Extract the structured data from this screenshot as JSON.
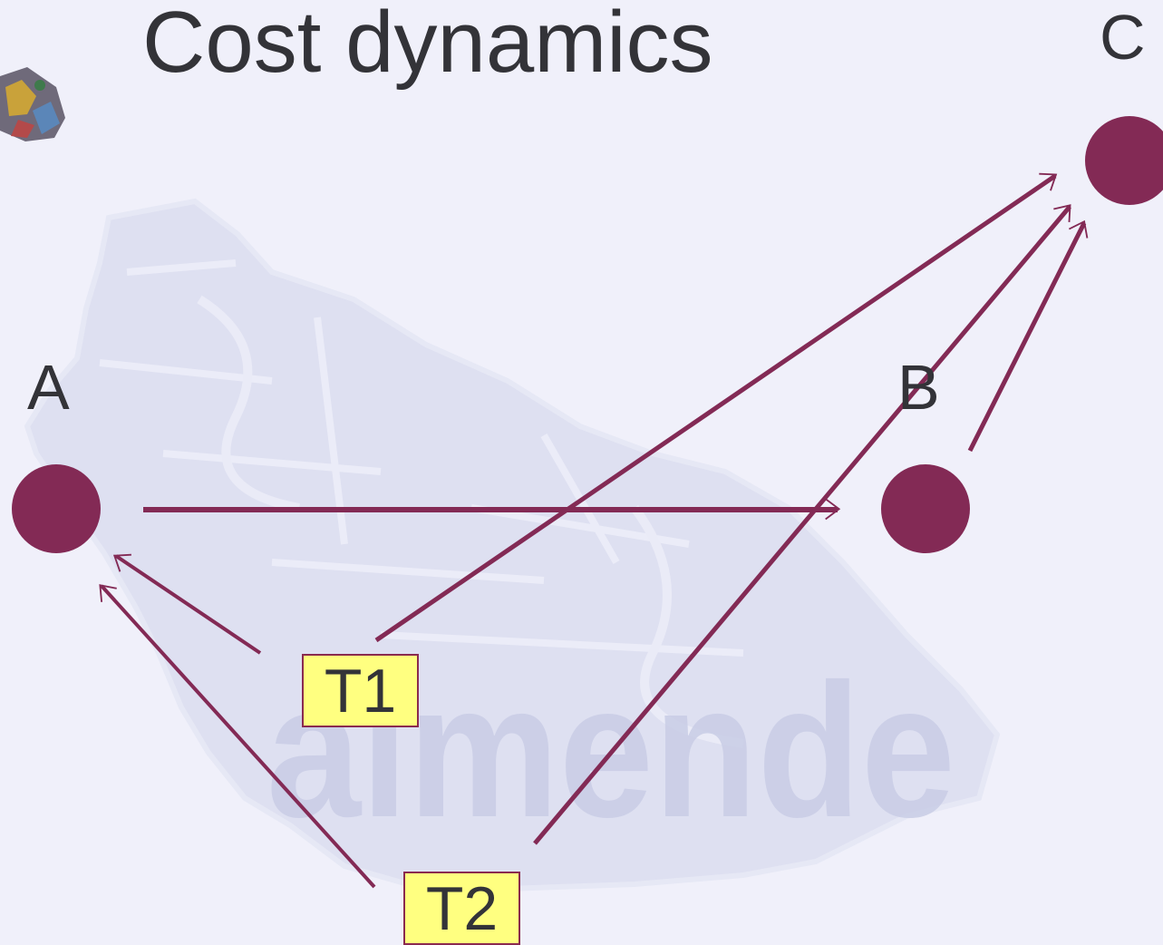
{
  "slide": {
    "title": "Cost dynamics",
    "watermark_text": "almende"
  },
  "nodes": {
    "a": {
      "label": "A"
    },
    "b": {
      "label": "B"
    },
    "c": {
      "label": "C"
    }
  },
  "boxes": {
    "t1": {
      "label": "T1"
    },
    "t2": {
      "label": "T2"
    }
  },
  "colors": {
    "accent": "#832a55",
    "box_fill": "#ffff80",
    "background": "#f0f0fa",
    "text": "#333338",
    "watermark": "#c9cde6"
  }
}
